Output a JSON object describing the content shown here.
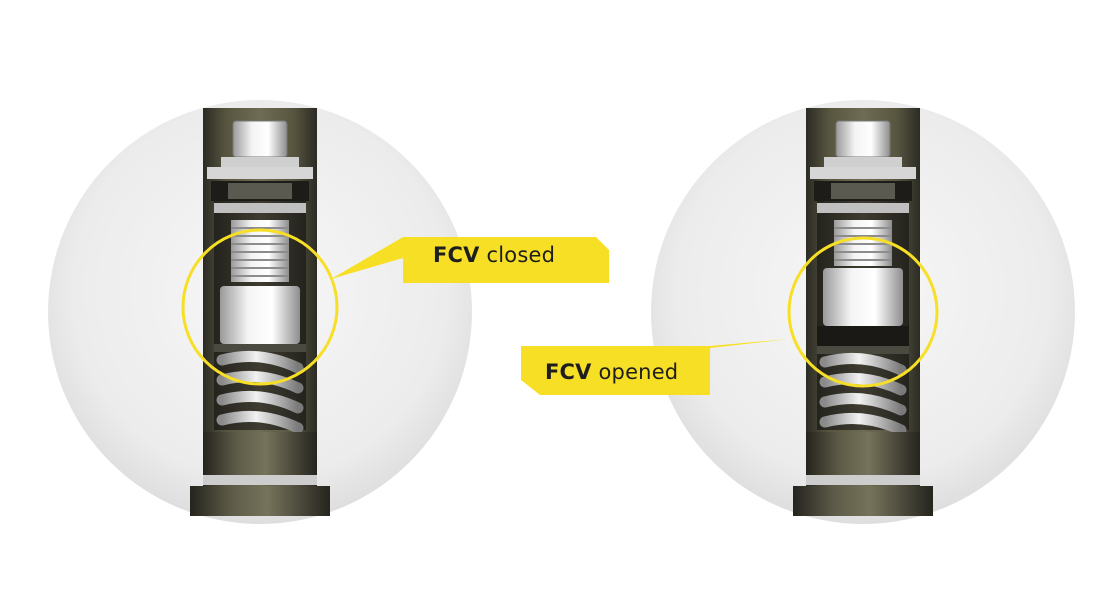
{
  "colors": {
    "background": "#ffffff",
    "halo": "#ededed",
    "housing_dark": "#3b3b31",
    "housing_mid": "#65634f",
    "metal_light": "#e8e8e8",
    "highlight_yellow": "#f7df26",
    "label_text": "#1e1e1e"
  },
  "valves": [
    {
      "id": "closed",
      "state": "closed",
      "label_bold": "FCV",
      "label_rest": " closed"
    },
    {
      "id": "opened",
      "state": "opened",
      "label_bold": "FCV",
      "label_rest": " opened"
    }
  ]
}
